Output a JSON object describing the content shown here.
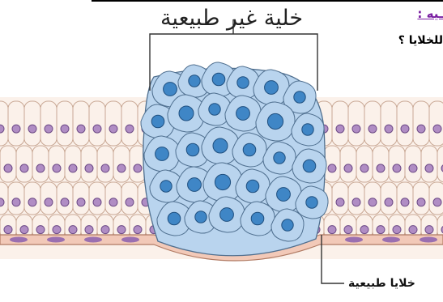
{
  "header": {
    "heading": "ـيه :",
    "question": "للخلايا ؟"
  },
  "diagram": {
    "label_abnormal": "خلية غير طبيعية",
    "label_normal": "خلايا طبيعية"
  },
  "colors": {
    "normal_cell_fill": "#fbf1ea",
    "normal_nucleus": "#b08dc4",
    "basal_cell": "#f2c9b8",
    "basal_nucleus": "#9a6fb1",
    "abnormal_cell": "#b9d4ee",
    "abnormal_nucleus": "#3f86c6",
    "heading_color": "#7a1fa2"
  }
}
